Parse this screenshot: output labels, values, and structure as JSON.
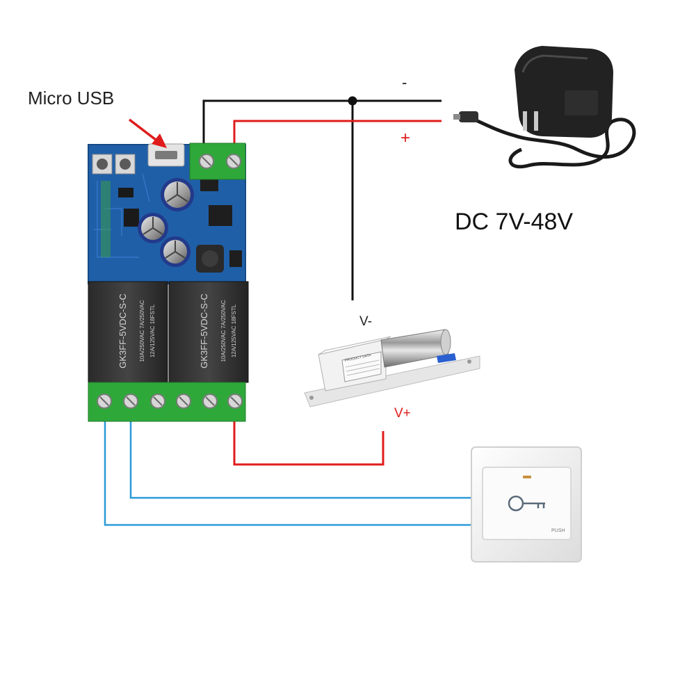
{
  "labels": {
    "micro_usb": "Micro USB",
    "minus": "-",
    "plus": "+",
    "dc_range": "DC 7V-48V",
    "v_minus": "V-",
    "v_plus": "V+"
  },
  "relays": [
    {
      "model": "GK3FF-5VDC-S-C",
      "rating1": "10A/250VAC  7A/250VAC",
      "rating2": "12A/125VAC  18FSTL"
    },
    {
      "model": "GK3FF-5VDC-S-C",
      "rating1": "10A/250VAC  7A/250VAC",
      "rating2": "12A/125VAC  18FSTL"
    }
  ],
  "lock": {
    "sticker": "PRODUCT DATA"
  },
  "exit_button": {
    "push_label": "PUSH"
  },
  "colors": {
    "wire_negative": "#111111",
    "wire_positive": "#e01b1b",
    "wire_signal": "#2a9ad8",
    "pcb": "#1f5fa8",
    "terminal": "#2fa83a",
    "label_red": "#e01b1b"
  }
}
